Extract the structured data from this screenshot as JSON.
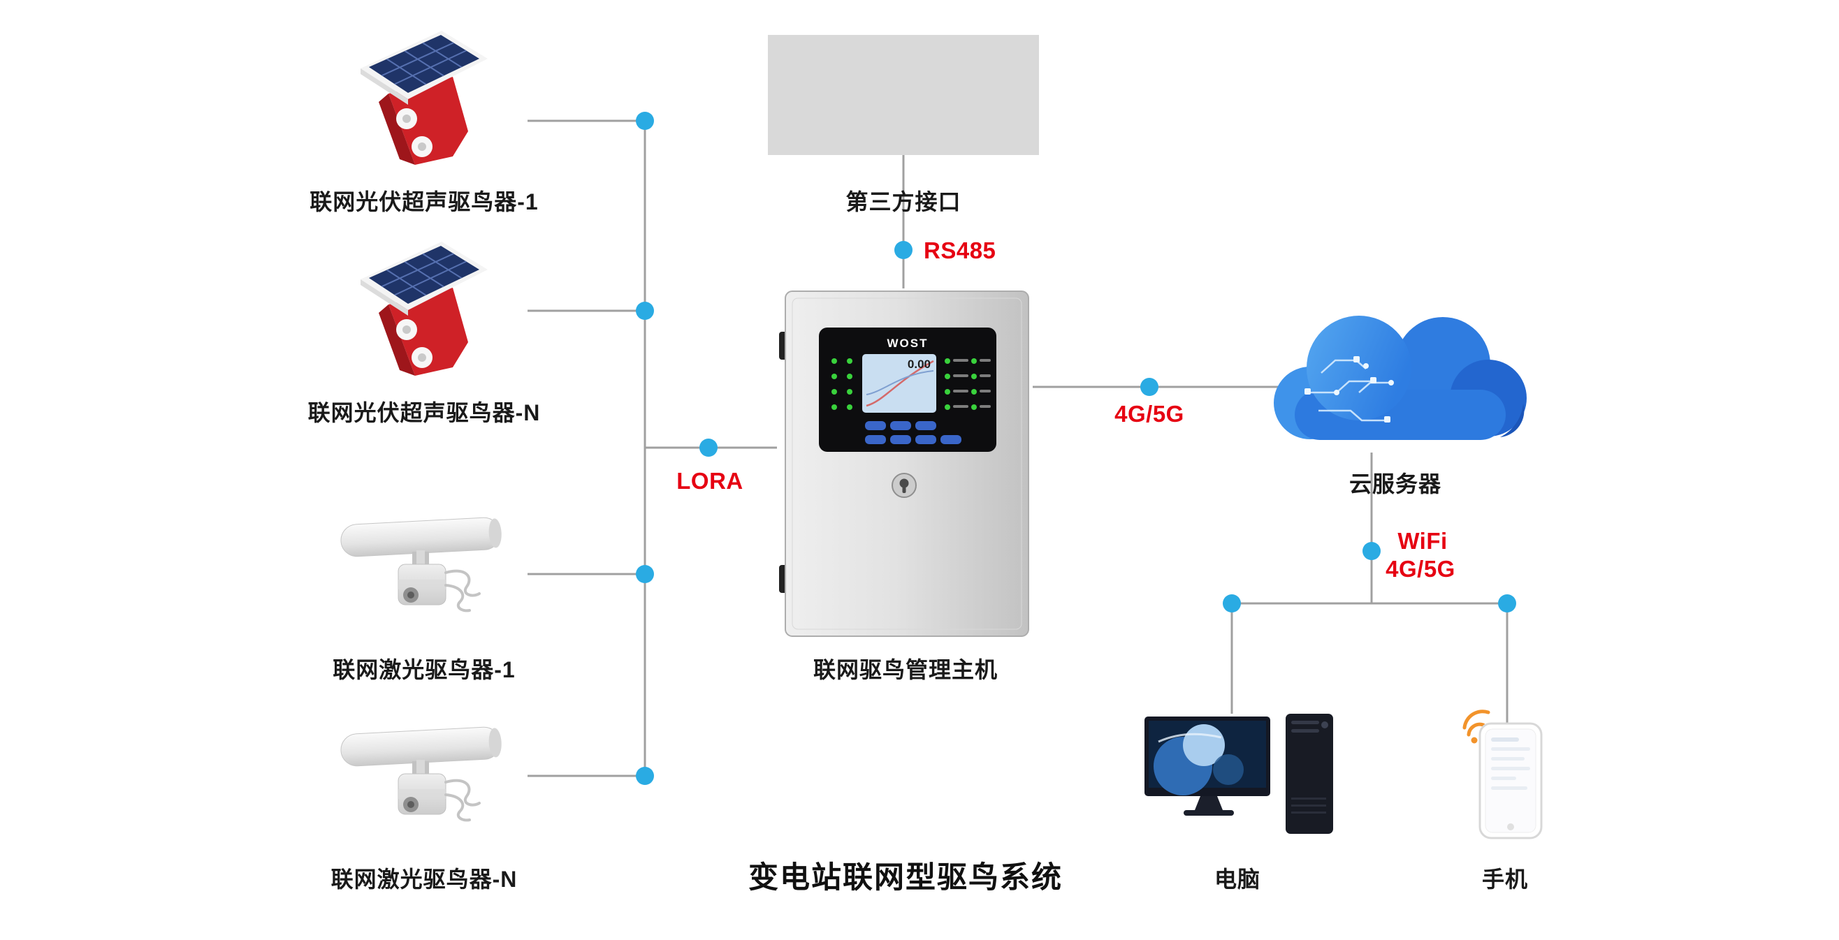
{
  "title": "变电站联网型驱鸟系统",
  "colors": {
    "accent_red": "#e60012",
    "dot_cyan": "#2aabe3",
    "line_gray": "#a0a0a0",
    "interface_box_gray": "#d9d9d9",
    "repeller_red": "#cf2127",
    "cloud_blue": "#2e7de2"
  },
  "nodes": {
    "solar_repeller_1": {
      "label": "联网光伏超声驱鸟器-1"
    },
    "solar_repeller_n": {
      "label": "联网光伏超声驱鸟器-N"
    },
    "laser_repeller_1": {
      "label": "联网激光驱鸟器-1"
    },
    "laser_repeller_n": {
      "label": "联网激光驱鸟器-N"
    },
    "third_party_interface": {
      "label": "第三方接口"
    },
    "host": {
      "label": "联网驱鸟管理主机",
      "panel_brand": "WOST",
      "screen_value": "0.00"
    },
    "cloud_server": {
      "label": "云服务器"
    },
    "computer": {
      "label": "电脑"
    },
    "phone": {
      "label": "手机"
    }
  },
  "connections": {
    "rs485": "RS485",
    "lora": "LORA",
    "cellular": "4G/5G",
    "wifi": {
      "line1": "WiFi",
      "line2": "4G/5G"
    }
  }
}
